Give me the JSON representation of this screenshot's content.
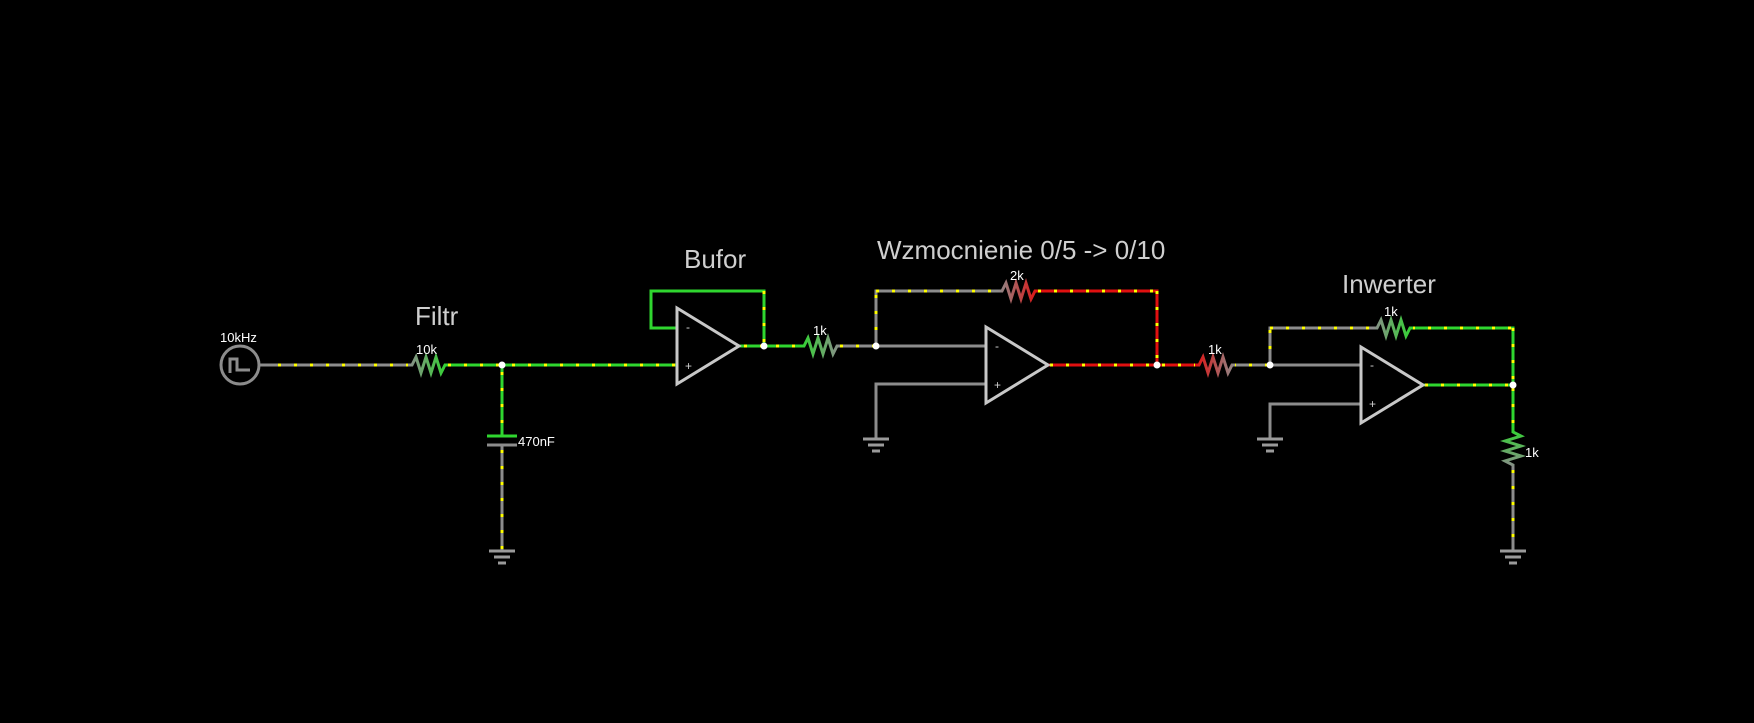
{
  "sections": {
    "filter": "Filtr",
    "buffer": "Bufor",
    "gain": "Wzmocnienie 0/5 -> 0/10",
    "inverter": "Inwerter"
  },
  "components": {
    "source": "10kHz",
    "r_filter": "10k",
    "c_filter": "470nF",
    "r_in_gain": "1k",
    "r_fb_gain": "2k",
    "r_in_inv": "1k",
    "r_fb_inv": "1k",
    "r_load": "1k"
  },
  "opamp_pins": {
    "minus": "-",
    "plus": "+"
  },
  "colors": {
    "background": "#000000",
    "wire_gray": "#8c8c8c",
    "wire_green": "#2fd62f",
    "wire_red": "#e01010",
    "current_dot": "#ffff00",
    "component": "#c8c8c8",
    "label": "#cfcfcf"
  }
}
